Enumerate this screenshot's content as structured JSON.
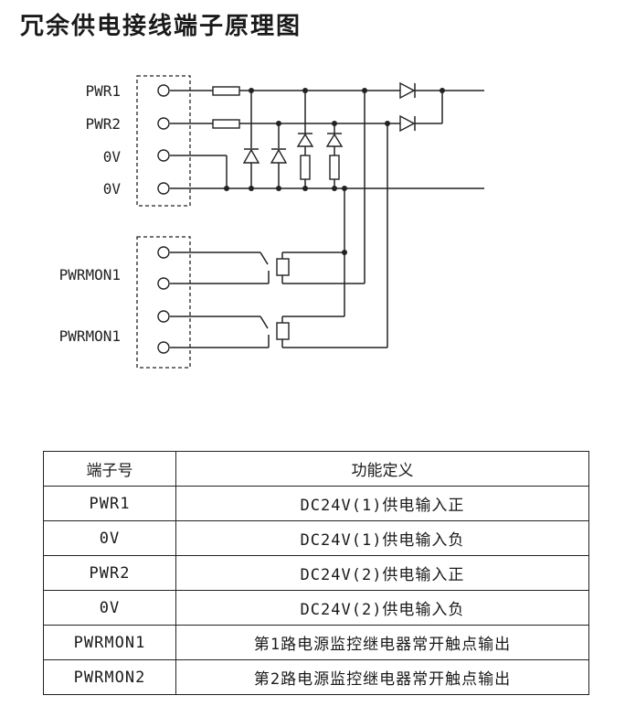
{
  "title": "冗余供电接线端子原理图",
  "diagram": {
    "labels": [
      "PWR1",
      "PWR2",
      "0V",
      "0V",
      "PWRMON1",
      "PWRMON1"
    ]
  },
  "table": {
    "headers": [
      "端子号",
      "功能定义"
    ],
    "rows": [
      {
        "code": "PWR1",
        "desc": "DC24V(1)供电输入正"
      },
      {
        "code": "0V",
        "desc": "DC24V(1)供电输入负"
      },
      {
        "code": "PWR2",
        "desc": "DC24V(2)供电输入正"
      },
      {
        "code": "0V",
        "desc": "DC24V(2)供电输入负"
      },
      {
        "code": "PWRMON1",
        "desc": "第1路电源监控继电器常开触点输出"
      },
      {
        "code": "PWRMON2",
        "desc": "第2路电源监控继电器常开触点输出"
      }
    ]
  }
}
